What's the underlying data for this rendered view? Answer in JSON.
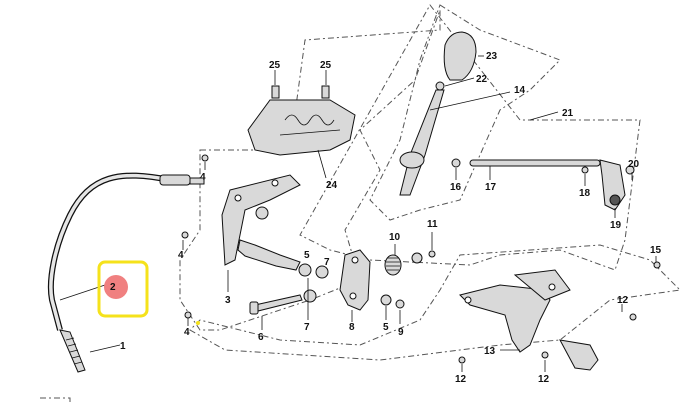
{
  "highlight": {
    "label": "2",
    "box_color": "#f5e21b",
    "dot_color": "#f08080"
  },
  "callouts": {
    "c1": "1",
    "c2": "2",
    "c3": "3",
    "c4a": "4",
    "c4b": "4",
    "c4c": "4",
    "c5a": "5",
    "c5b": "5",
    "c6": "6",
    "c7a": "7",
    "c7b": "7",
    "c8": "8",
    "c9": "9",
    "c10": "10",
    "c11": "11",
    "c12a": "12",
    "c12b": "12",
    "c12c": "12",
    "c13": "13",
    "c14": "14",
    "c15": "15",
    "c16": "16",
    "c17": "17",
    "c18": "18",
    "c19": "19",
    "c20": "20",
    "c21": "21",
    "c22": "22",
    "c23": "23",
    "c24": "24",
    "c25a": "25",
    "c25b": "25"
  },
  "colors": {
    "lines": "#111111",
    "parts": "#d9d9d9",
    "dashed_outline": "#555555"
  }
}
